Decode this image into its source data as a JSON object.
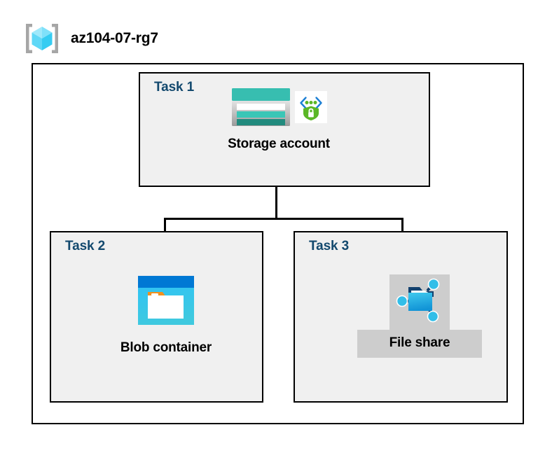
{
  "header": {
    "icon": "resource-group-cube-icon",
    "title": "az104-07-rg7"
  },
  "container": {
    "name": "resource-group-container"
  },
  "tasks": [
    {
      "id": "task-1",
      "label": "Task 1",
      "node": {
        "caption": "Storage account",
        "icons": [
          "storage-account-icon",
          "secure-endpoint-shield-icon"
        ]
      }
    },
    {
      "id": "task-2",
      "label": "Task 2",
      "node": {
        "caption": "Blob container",
        "icons": [
          "blob-container-icon"
        ]
      }
    },
    {
      "id": "task-3",
      "label": "Task 3",
      "node": {
        "caption": "File share",
        "icons": [
          "file-share-icon"
        ]
      }
    }
  ],
  "colors": {
    "task_label": "#13496E",
    "task_box_fill": "#F0F0F0",
    "border": "#000000",
    "storage_teal": "#37BEB0",
    "storage_teal_dark": "#228B7E",
    "blob_blue": "#0078D4",
    "blob_cyan": "#32C5F4",
    "blob_orange": "#F2901E",
    "share_cyan": "#32BEE8",
    "share_navy": "#13416E",
    "shield_green": "#5BB726",
    "cube_cyan": "#3FD3F5",
    "plate_gray": "#CDCDCD"
  }
}
